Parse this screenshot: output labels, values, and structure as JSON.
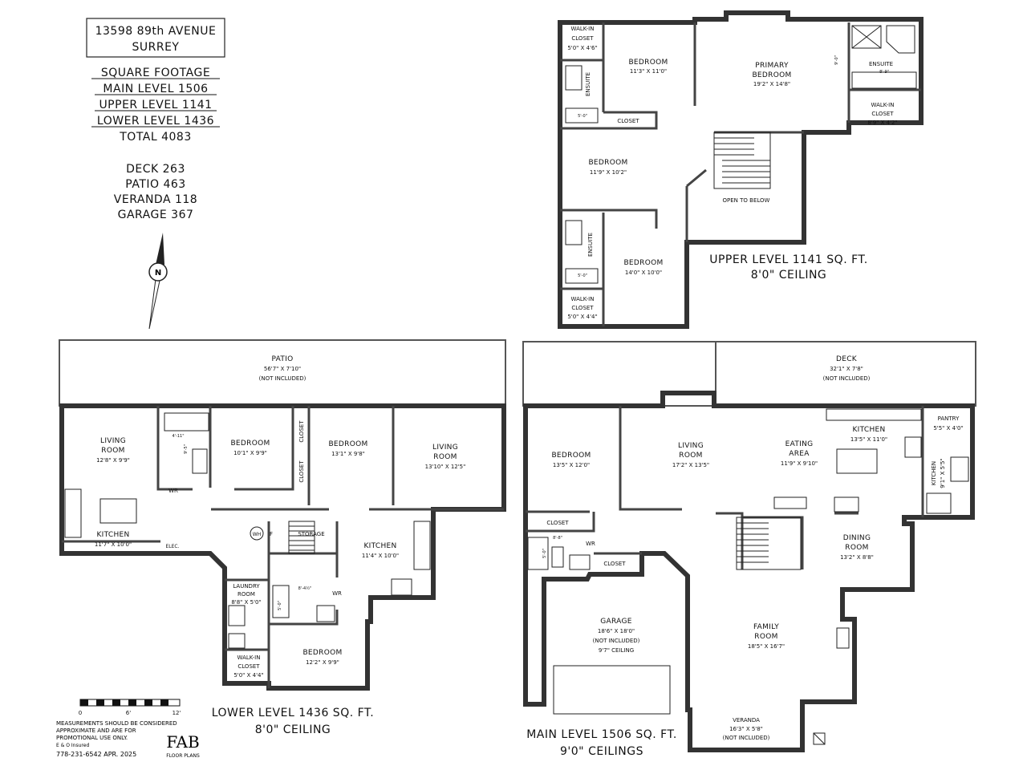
{
  "header": {
    "address_line1": "13598 89th AVENUE",
    "address_line2": "SURREY"
  },
  "square_footage": {
    "title": "SQUARE FOOTAGE",
    "main": "MAIN LEVEL 1506",
    "upper": "UPPER LEVEL 1141",
    "lower": "LOWER LEVEL 1436",
    "total": "TOTAL 4083"
  },
  "extras": {
    "deck": "DECK 263",
    "patio": "PATIO 463",
    "veranda": "VERANDA 118",
    "garage": "GARAGE 367"
  },
  "compass": {
    "letter": "N"
  },
  "upper_level": {
    "title": "UPPER LEVEL 1141 SQ. FT.",
    "ceiling": "8'0\" CEILING",
    "rooms": {
      "walkin1_name": "WALK-IN",
      "walkin1_name2": "CLOSET",
      "walkin1_dim": "5'0\" X 4'6\"",
      "bed1_name": "BEDROOM",
      "bed1_dim": "11'3\" X 11'0\"",
      "primary_name": "PRIMARY",
      "primary_name2": "BEDROOM",
      "primary_dim": "19'2\" X 14'8\"",
      "ensuite_p": "ENSUITE",
      "ensuite_p_dim": "8'-9\"",
      "walkin_p_name": "WALK-IN",
      "walkin_p_name2": "CLOSET",
      "walkin_p_dim": "8'9\" X 4'2\"",
      "ensuite1": "ENSUITE",
      "closet": "CLOSET",
      "bed2_name": "BEDROOM",
      "bed2_dim": "11'9\" X 10'2\"",
      "open_below": "OPEN TO BELOW",
      "ensuite2": "ENSUITE",
      "bed3_name": "BEDROOM",
      "bed3_dim": "14'0\" X 10'0\"",
      "walkin2_name": "WALK-IN",
      "walkin2_name2": "CLOSET",
      "walkin2_dim": "5'0\" X 4'4\"",
      "dim_5_0a": "5'-0\"",
      "dim_5_0b": "5'-0\"",
      "dim_9_0": "9'-0\""
    }
  },
  "lower_level": {
    "title": "LOWER LEVEL 1436 SQ. FT.",
    "ceiling": "8'0\" CEILING",
    "rooms": {
      "patio_name": "PATIO",
      "patio_dim": "56'7\" X 7'10\"",
      "patio_note": "(NOT INCLUDED)",
      "living1_name": "LIVING",
      "living1_name2": "ROOM",
      "living1_dim": "12'8\" X 9'9\"",
      "bath_dim": "4'-11\"",
      "bath_dim2": "9'-5\"",
      "wr1": "WR",
      "bed1_name": "BEDROOM",
      "bed1_dim": "10'1\" X 9'9\"",
      "closet_v1": "CLOSET",
      "closet_v2": "CLOSET",
      "bed2_name": "BEDROOM",
      "bed2_dim": "13'1\" X 9'8\"",
      "living2_name": "LIVING",
      "living2_name2": "ROOM",
      "living2_dim": "13'10\" X 12'5\"",
      "kitchen1_name": "KITCHEN",
      "kitchen1_dim": "11'7\" X 10'0\"",
      "elec": "ELEC.",
      "wh": "WH",
      "f": "F",
      "storage": "STORAGE",
      "kitchen2_name": "KITCHEN",
      "kitchen2_dim": "11'4\" X 10'0\"",
      "laundry_name": "LAUNDRY",
      "laundry_name2": "ROOM",
      "laundry_dim": "8'8\" X 5'0\"",
      "bath2_dim": "8'-4½\"",
      "bath2_dim2": "5'-0\"",
      "wr2": "WR",
      "walkin_name": "WALK-IN",
      "walkin_name2": "CLOSET",
      "walkin_dim": "5'0\" X 4'4\"",
      "bed3_name": "BEDROOM",
      "bed3_dim": "12'2\" X 9'9\""
    }
  },
  "main_level": {
    "title": "MAIN LEVEL 1506 SQ. FT.",
    "ceiling": "9'0\" CEILINGS",
    "rooms": {
      "deck_name": "DECK",
      "deck_dim": "32'1\" X 7'8\"",
      "deck_note": "(NOT INCLUDED)",
      "bed_name": "BEDROOM",
      "bed_dim": "13'5\" X 12'0\"",
      "living_name": "LIVING",
      "living_name2": "ROOM",
      "living_dim": "17'2\" X 13'5\"",
      "eating_name": "EATING",
      "eating_name2": "AREA",
      "eating_dim": "11'9\" X 9'10\"",
      "kitchen_name": "KITCHEN",
      "kitchen_dim": "13'5\" X 11'0\"",
      "pantry_name": "PANTRY",
      "pantry_dim": "5'5\" X 4'0\"",
      "kitchen2_name": "KITCHEN",
      "kitchen2_dim": "9'1\" X 5'5\"",
      "closet1": "CLOSET",
      "closet2": "CLOSET",
      "wr": "WR",
      "bath_dim": "8'-8\"",
      "bath_dim2": "5'-0\"",
      "dining_name": "DINING",
      "dining_name2": "ROOM",
      "dining_dim": "13'2\" X 8'8\"",
      "garage_name": "GARAGE",
      "garage_dim": "18'6\" X 18'0\"",
      "garage_note": "(NOT INCLUDED)",
      "garage_ceiling": "9'7\" CEILING",
      "family_name": "FAMILY",
      "family_name2": "ROOM",
      "family_dim": "18'5\" X 16'7\"",
      "veranda_name": "VERANDA",
      "veranda_dim": "16'3\" X 5'8\"",
      "veranda_note": "(NOT INCLUDED)"
    }
  },
  "footer": {
    "scale_0": "0",
    "scale_6": "6'",
    "scale_12": "12'",
    "disclaimer1": "MEASUREMENTS SHOULD BE CONSIDERED",
    "disclaimer2": "APPROXIMATE AND ARE FOR",
    "disclaimer3": "PROMOTIONAL USE ONLY.",
    "insured": "E & O Insured",
    "contact": "778-231-6542  APR. 2025",
    "logo_text": "FAB",
    "logo_sub": "FLOOR PLANS"
  }
}
